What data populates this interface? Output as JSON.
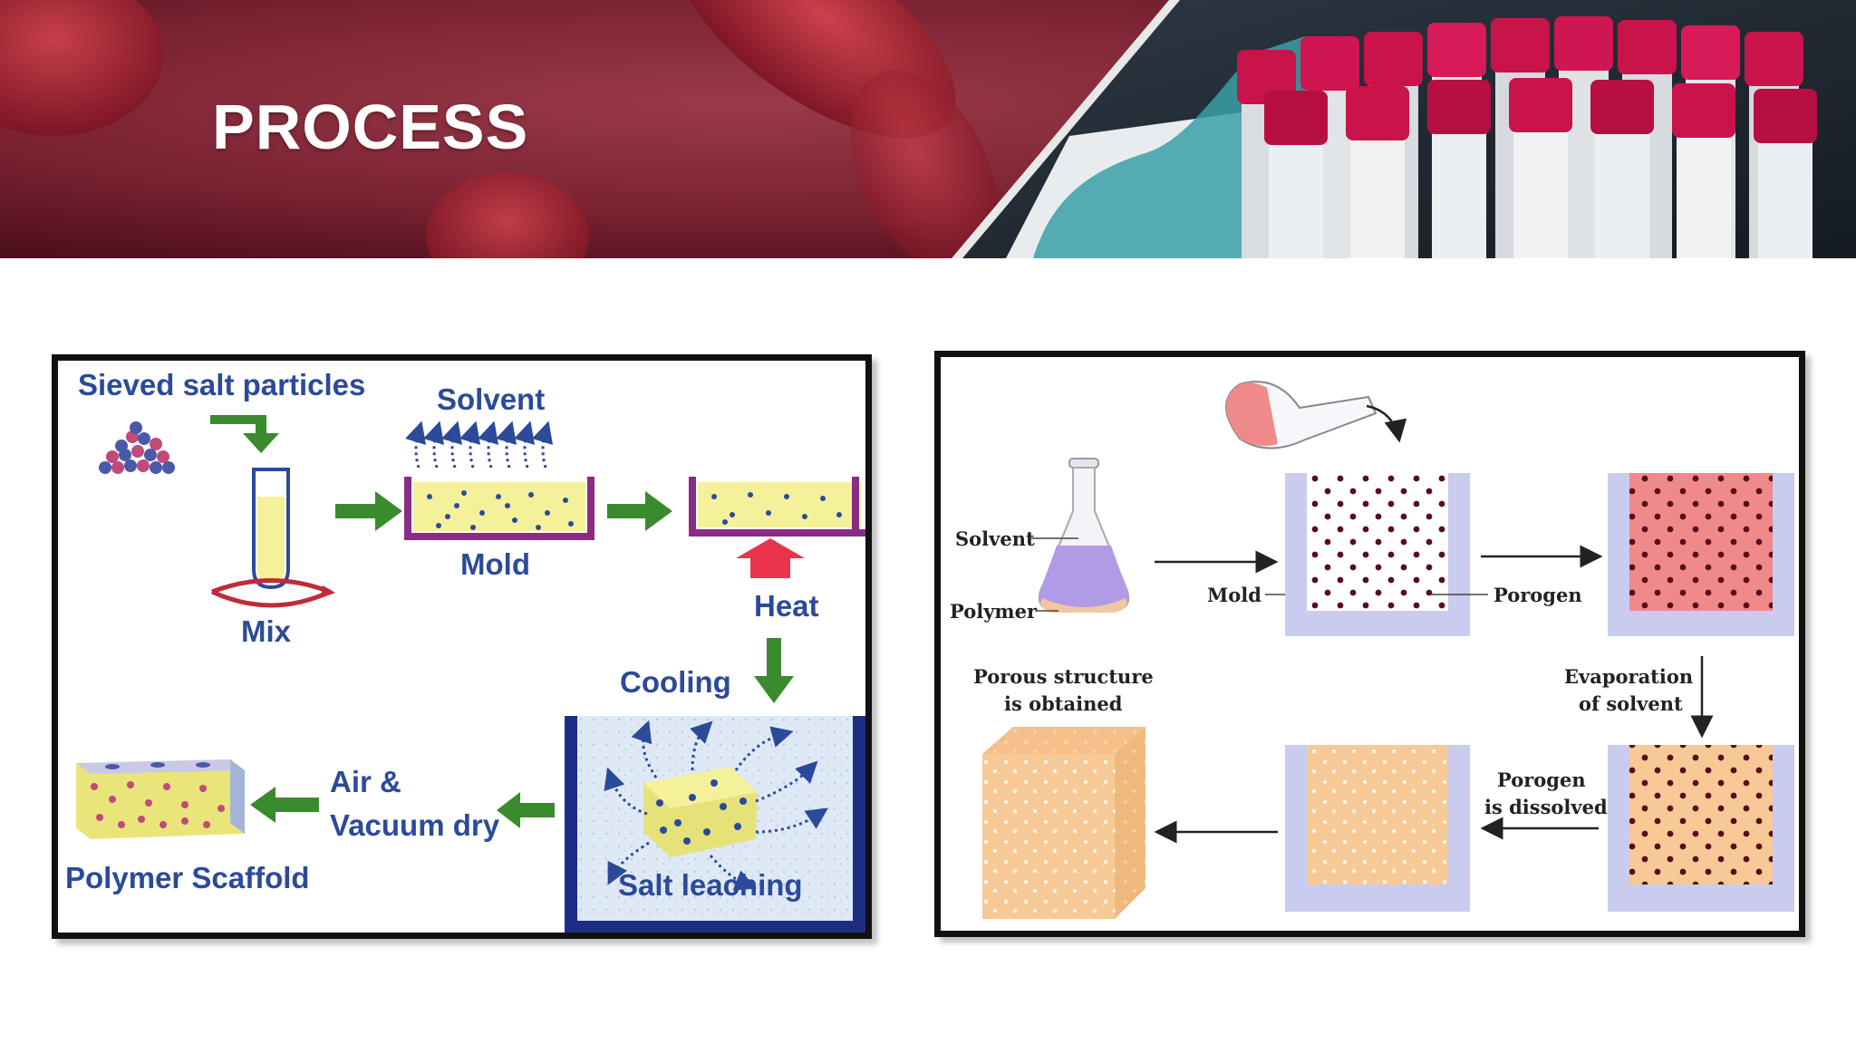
{
  "slide": {
    "title": "PROCESS"
  },
  "left_diagram": {
    "sieved_salt": "Sieved salt particles",
    "solvent": "Solvent",
    "mix": "Mix",
    "mold": "Mold",
    "heat": "Heat",
    "cooling": "Cooling",
    "salt_leaching": "Salt leaching",
    "air_vacuum_line1": "Air &",
    "air_vacuum_line2": "Vacuum dry",
    "polymer_scaffold": "Polymer Scaffold",
    "colors": {
      "label": "#2c4a9a",
      "arrow": "#3a8a2e",
      "polymer": "#f4f19a",
      "mold": "#8a2b86"
    }
  },
  "right_diagram": {
    "solvent": "Solvent",
    "polymer": "Polymer",
    "mold": "Mold",
    "porogen": "Porogen",
    "evaporation_line1": "Evaporation",
    "evaporation_line2": "of solvent",
    "porogen_dissolved_line1": "Porogen",
    "porogen_dissolved_line2": "is dissolved",
    "porous_line1": "Porous structure",
    "porous_line2": "is obtained",
    "colors": {
      "mold": "#c9cbef",
      "solution": "#f08a8a",
      "dried": "#f7c996"
    }
  }
}
